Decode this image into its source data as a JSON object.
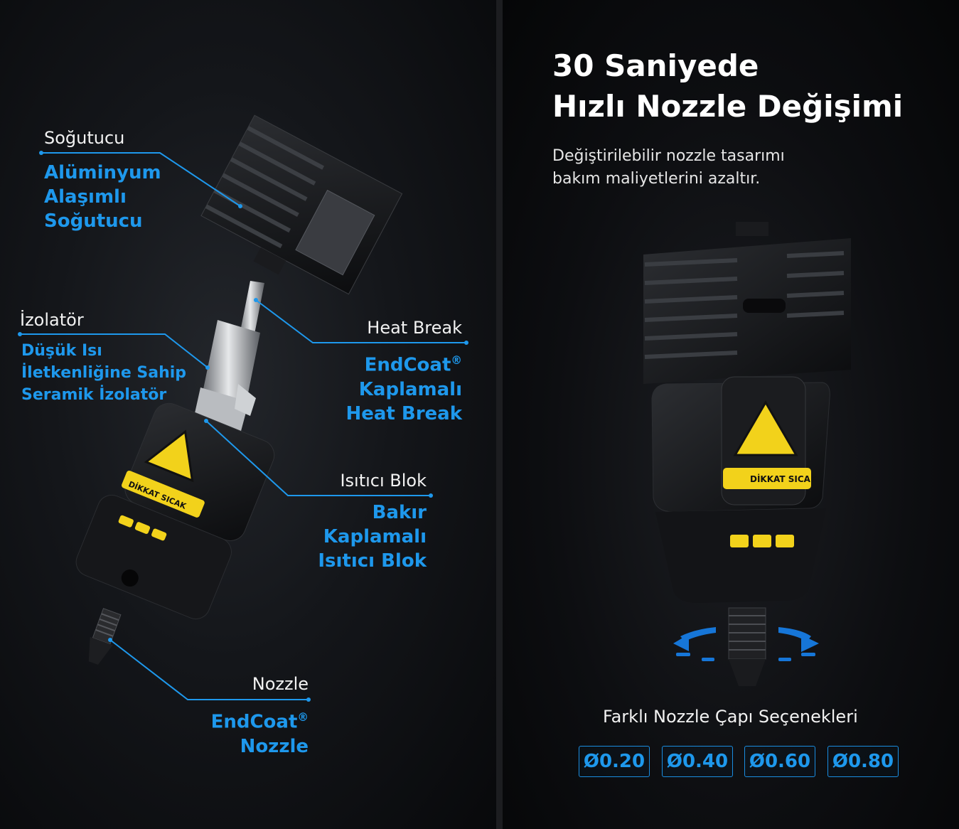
{
  "left": {
    "cooler": {
      "label": "Soğutucu",
      "desc": [
        "Alüminyum",
        "Alaşımlı",
        "Soğutucu"
      ]
    },
    "isolator": {
      "label": "İzolatör",
      "desc": [
        "Düşük Isı",
        "İletkenliğine Sahip",
        "Seramik İzolatör"
      ]
    },
    "heat_break": {
      "label": "Heat Break",
      "desc": [
        "EndCoat",
        "Kaplamalı",
        "Heat Break"
      ],
      "reg": "®"
    },
    "heater_block": {
      "label": "Isıtıcı Blok",
      "desc": [
        "Bakır",
        "Kaplamalı",
        "Isıtıcı Blok"
      ]
    },
    "nozzle": {
      "label": "Nozzle",
      "desc": [
        "EndCoat",
        "Nozzle"
      ],
      "reg": "®"
    },
    "warning_sticker": "DİKKAT SICAK"
  },
  "right": {
    "title": [
      "30 Saniyede",
      "Hızlı Nozzle Değişimi"
    ],
    "subtitle": [
      "Değiştirilebilir nozzle tasarımı",
      "bakım maliyetlerini azaltır."
    ],
    "warning_sticker": "DİKKAT SICAK",
    "options_label": "Farklı  Nozzle Çapı Seçenekleri",
    "options": [
      "Ø0.20",
      "Ø0.40",
      "Ø0.60",
      "Ø0.80"
    ]
  },
  "colors": {
    "accent": "#1e98ec",
    "warning": "#f2d21b",
    "background": "#0a0b0d"
  }
}
